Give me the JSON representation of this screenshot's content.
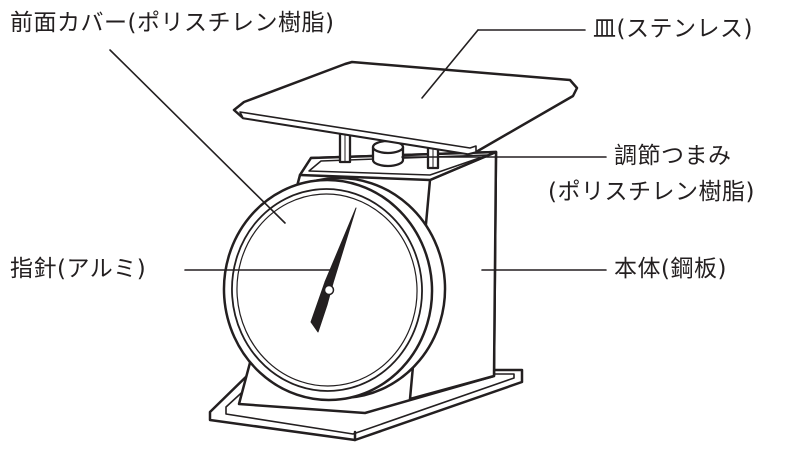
{
  "labels": {
    "front_cover": "前面カバー(ポリスチレン樹脂)",
    "plate": "皿(ステンレス)",
    "knob_line1": "調節つまみ",
    "knob_line2": "(ポリスチレン樹脂)",
    "needle": "指針(アルミ)",
    "body": "本体(鋼板)"
  },
  "colors": {
    "line": "#231f20",
    "fill": "#ffffff"
  }
}
